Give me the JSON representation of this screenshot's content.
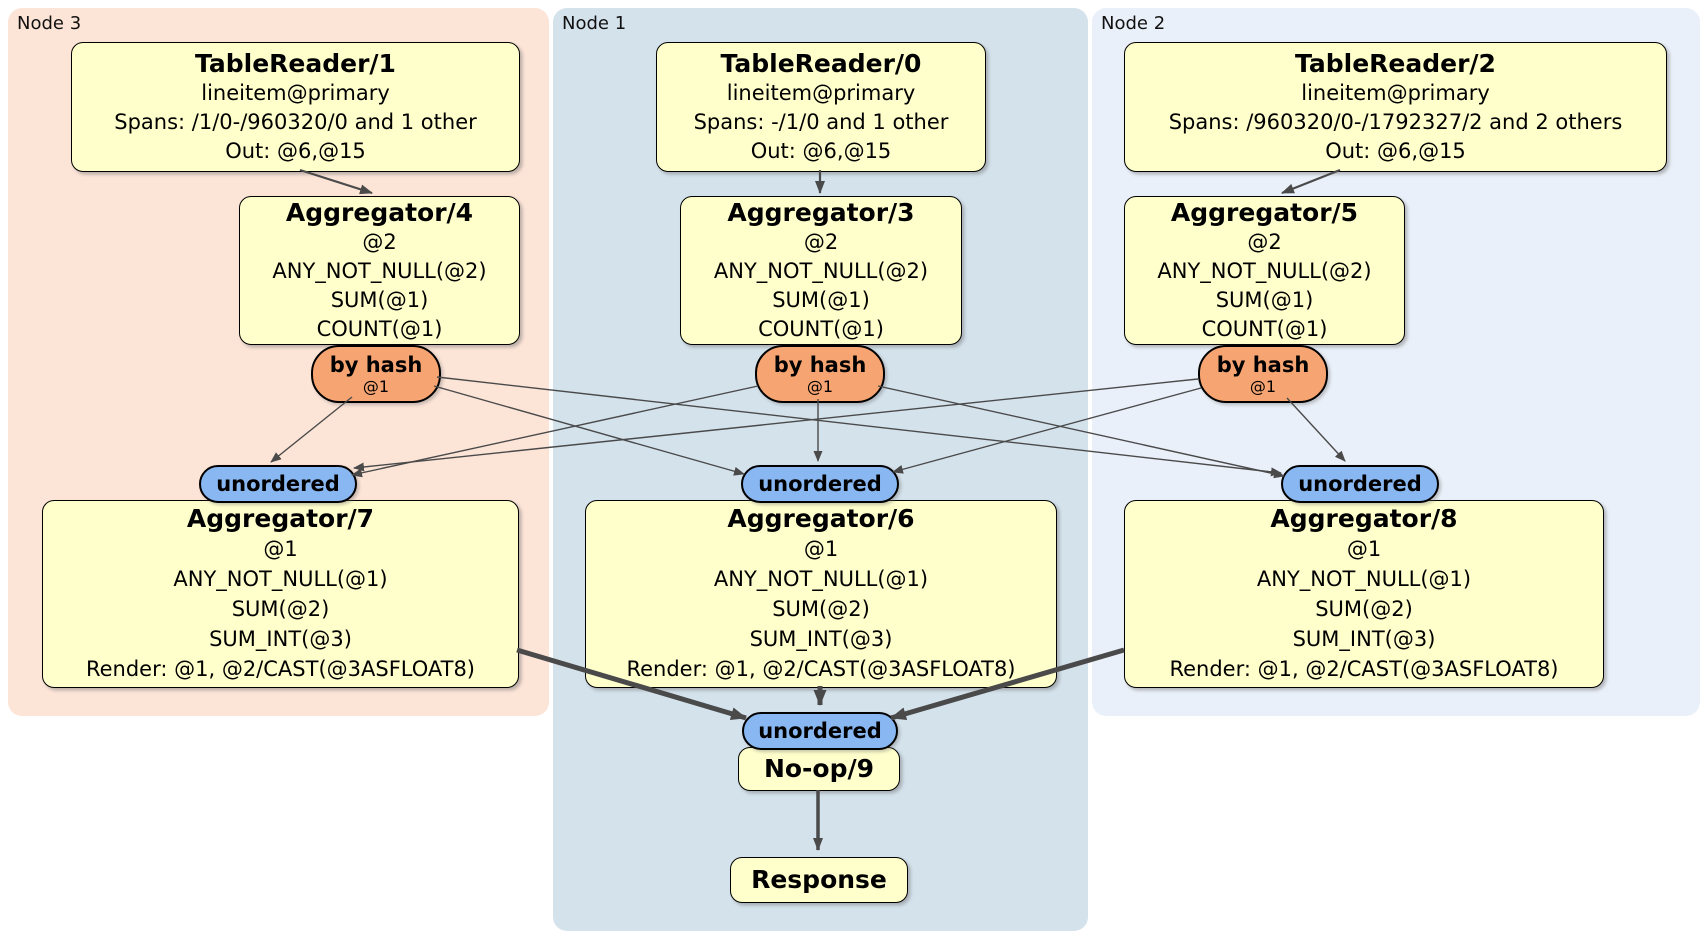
{
  "groups": [
    {
      "label": "Node 3"
    },
    {
      "label": "Node 1"
    },
    {
      "label": "Node 2"
    }
  ],
  "processors": {
    "tr1": {
      "title": "TableReader/1",
      "lines": [
        "lineitem@primary",
        "Spans: /1/0-/960320/0 and 1 other",
        "Out: @6,@15"
      ]
    },
    "tr0": {
      "title": "TableReader/0",
      "lines": [
        "lineitem@primary",
        "Spans: -/1/0 and 1 other",
        "Out: @6,@15"
      ]
    },
    "tr2": {
      "title": "TableReader/2",
      "lines": [
        "lineitem@primary",
        "Spans: /960320/0-/1792327/2 and 2 others",
        "Out: @6,@15"
      ]
    },
    "agg4": {
      "title": "Aggregator/4",
      "lines": [
        "@2",
        "ANY_NOT_NULL(@2)",
        "SUM(@1)",
        "COUNT(@1)"
      ]
    },
    "agg3": {
      "title": "Aggregator/3",
      "lines": [
        "@2",
        "ANY_NOT_NULL(@2)",
        "SUM(@1)",
        "COUNT(@1)"
      ]
    },
    "agg5": {
      "title": "Aggregator/5",
      "lines": [
        "@2",
        "ANY_NOT_NULL(@2)",
        "SUM(@1)",
        "COUNT(@1)"
      ]
    },
    "agg7": {
      "title": "Aggregator/7",
      "lines": [
        "@1",
        "ANY_NOT_NULL(@1)",
        "SUM(@2)",
        "SUM_INT(@3)",
        "Render: @1, @2/CAST(@3ASFLOAT8)"
      ]
    },
    "agg6": {
      "title": "Aggregator/6",
      "lines": [
        "@1",
        "ANY_NOT_NULL(@1)",
        "SUM(@2)",
        "SUM_INT(@3)",
        "Render: @1, @2/CAST(@3ASFLOAT8)"
      ]
    },
    "agg8": {
      "title": "Aggregator/8",
      "lines": [
        "@1",
        "ANY_NOT_NULL(@1)",
        "SUM(@2)",
        "SUM_INT(@3)",
        "Render: @1, @2/CAST(@3ASFLOAT8)"
      ]
    },
    "noop": {
      "title": "No-op/9"
    },
    "response": {
      "title": "Response"
    }
  },
  "router": {
    "label": "by hash",
    "detail": "@1"
  },
  "stream": {
    "label": "unordered"
  },
  "colors": {
    "node3_bg": "#fce4d7",
    "node1_bg": "#d4e2ec",
    "node2_bg": "#eaf0f9",
    "processor_fill": "#ffffcc",
    "router_fill": "#f6a471",
    "stream_fill": "#88b7f2",
    "edge": "#4a4a4a"
  }
}
